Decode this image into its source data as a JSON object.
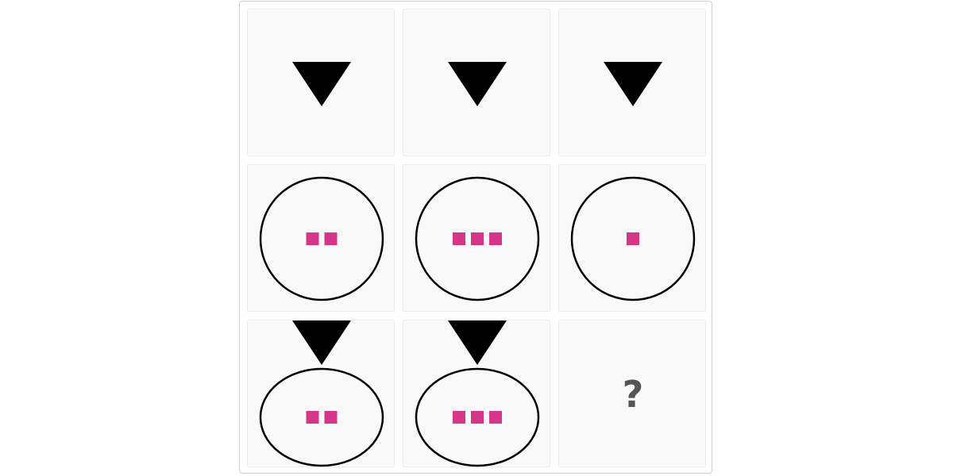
{
  "puzzle": {
    "colors": {
      "triangle": "#000000",
      "circle_stroke": "#000000",
      "square": "#d6368a",
      "cell_bg": "#f9f9f9",
      "question": "#555555"
    },
    "rows": [
      [
        {
          "shape": "triangle-down"
        },
        {
          "shape": "triangle-down"
        },
        {
          "shape": "triangle-down"
        }
      ],
      [
        {
          "shape": "circle",
          "squares": 2
        },
        {
          "shape": "circle",
          "squares": 3
        },
        {
          "shape": "circle",
          "squares": 1
        }
      ],
      [
        {
          "shape": "triangle-over-ellipse",
          "squares": 2
        },
        {
          "shape": "triangle-over-ellipse",
          "squares": 3
        },
        {
          "shape": "unknown",
          "label": "?"
        }
      ]
    ]
  }
}
